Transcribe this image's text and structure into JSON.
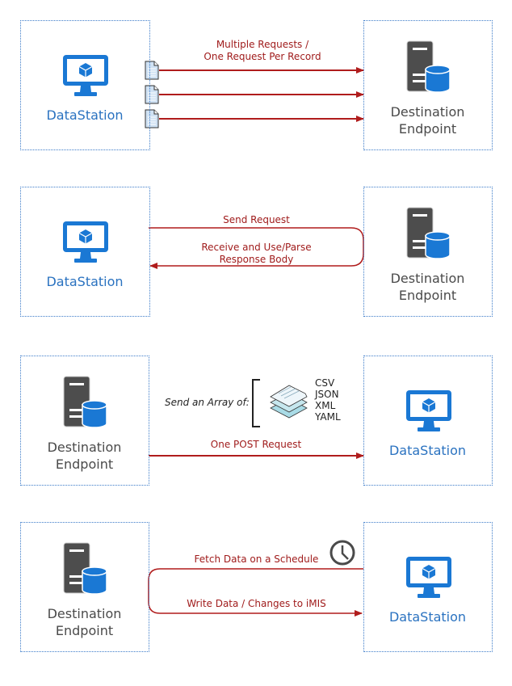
{
  "diagrams": [
    {
      "left_node": "DataStation",
      "right_node_line1": "Destination",
      "right_node_line2": "Endpoint",
      "arrow_label_line1": "Multiple Requests /",
      "arrow_label_line2": "One Request Per Record"
    },
    {
      "left_node": "DataStation",
      "right_node_line1": "Destination",
      "right_node_line2": "Endpoint",
      "send_label": "Send Request",
      "receive_label_line1": "Receive and Use/Parse",
      "receive_label_line2": "Response Body"
    },
    {
      "left_node_line1": "Destination",
      "left_node_line2": "Endpoint",
      "right_node": "DataStation",
      "array_label": "Send an Array of:",
      "formats": [
        "CSV",
        "JSON",
        "XML",
        "YAML"
      ],
      "arrow_label": "One POST Request"
    },
    {
      "left_node_line1": "Destination",
      "left_node_line2": "Endpoint",
      "right_node": "DataStation",
      "fetch_label": "Fetch Data on a Schedule",
      "write_label": "Write Data / Changes to iMIS"
    }
  ],
  "colors": {
    "datastation": "#2a72c0",
    "arrow": "#a01c1c",
    "border": "#3d7cc9",
    "server": "#4d4d4d",
    "db": "#1a78d4"
  }
}
